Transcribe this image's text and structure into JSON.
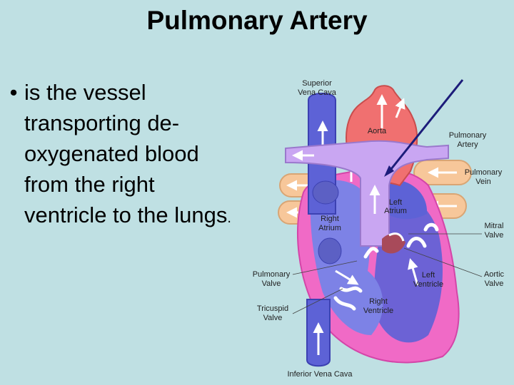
{
  "slide": {
    "title": "Pulmonary Artery",
    "bullet": "is the vessel transporting de-oxygenated blood from the right ventricle to the lungs",
    "bullet_end": "."
  },
  "diagram_labels": {
    "superior_vena_cava_1": "Superior",
    "superior_vena_cava_2": "Vena Cava",
    "aorta": "Aorta",
    "pulmonary_artery_1": "Pulmonary",
    "pulmonary_artery_2": "Artery",
    "pulmonary_vein_1": "Pulmonary",
    "pulmonary_vein_2": "Vein",
    "left_atrium_1": "Left",
    "left_atrium_2": "Atrium",
    "right_atrium_1": "Right",
    "right_atrium_2": "Atrium",
    "mitral_valve_1": "Mitral",
    "mitral_valve_2": "Valve",
    "pulmonary_valve_1": "Pulmonary",
    "pulmonary_valve_2": "Valve",
    "left_ventricle_1": "Left",
    "left_ventricle_2": "Ventricle",
    "aortic_valve_1": "Aortic",
    "aortic_valve_2": "Valve",
    "tricuspid_valve_1": "Tricuspid",
    "tricuspid_valve_2": "Valve",
    "right_ventricle_1": "Right",
    "right_ventricle_2": "Ventricle",
    "inferior_vena_cava": "Inferior Vena Cava"
  },
  "colors": {
    "background": "#bfe0e3",
    "deoxygenated_blue": "#5d62d6",
    "pulmonary_lavender": "#c9a6f2",
    "oxygenated_red": "#f07070",
    "heart_wall_pink": "#f06ac6",
    "pulmonary_vein_tan": "#f7c79a",
    "pointer_arrow": "#1c1c7a"
  }
}
